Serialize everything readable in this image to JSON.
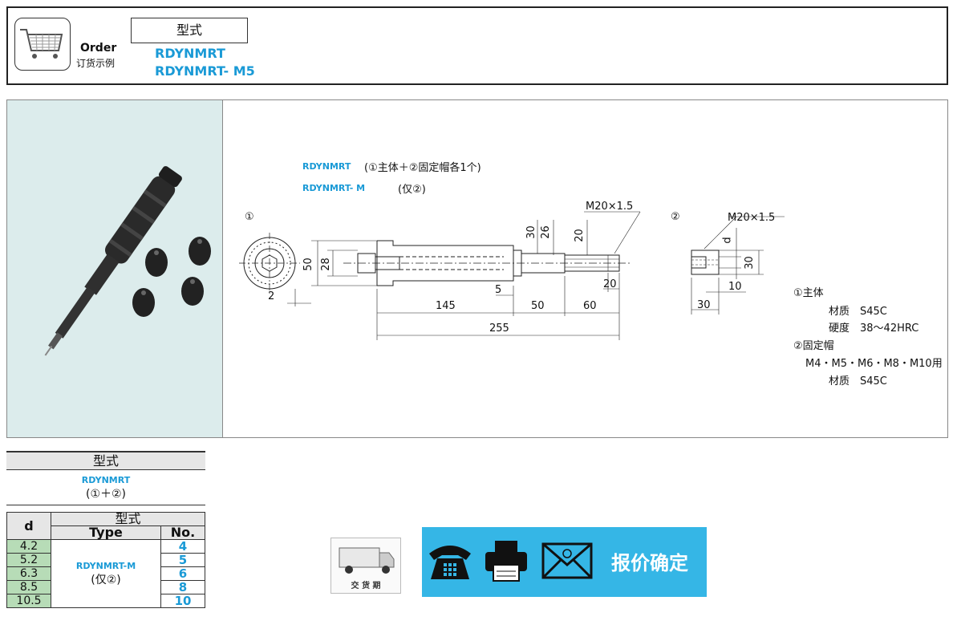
{
  "order": {
    "label": "Order",
    "sublabel": "订货示例",
    "type_header": "型式",
    "model_1": "RDYNMRT",
    "model_2": "RDYNMRT- M5"
  },
  "drawing": {
    "note_1_model": "RDYNMRT",
    "note_1_text": "(①主体＋②固定帽各1个)",
    "note_2_model": "RDYNMRT- M",
    "note_2_text": "(仅②)",
    "label_1": "①",
    "label_2": "②",
    "dims": {
      "thread_1": "M20×1.5",
      "thread_2": "M20×1.5",
      "d50": "50",
      "d28": "28",
      "d30": "30",
      "d26": "26",
      "d20": "20",
      "d2": "2",
      "d5": "5",
      "d145": "145",
      "d50b": "50",
      "d60": "60",
      "d20b": "20",
      "d255": "255",
      "cap_d": "d",
      "cap_30": "30",
      "cap_10": "10",
      "cap_30b": "30"
    },
    "specs": {
      "main_title": "①主体",
      "main_material": "材质　S45C",
      "main_hardness": "硬度　38～42HRC",
      "cap_title": "②固定帽",
      "cap_sizes": "M4・M5・M6・M8・M10用",
      "cap_material": "材质　S45C"
    }
  },
  "table1": {
    "header": "型式",
    "model": "RDYNMRT",
    "desc": "(①＋②)"
  },
  "table2": {
    "col_d": "d",
    "col_type_group": "型式",
    "col_type": "Type",
    "col_no": "No.",
    "type_model": "RDYNMRT-M",
    "type_desc": "(仅②)",
    "rows": [
      {
        "d": "4.2",
        "no": "4"
      },
      {
        "d": "5.2",
        "no": "5"
      },
      {
        "d": "6.3",
        "no": "6"
      },
      {
        "d": "8.5",
        "no": "8"
      },
      {
        "d": "10.5",
        "no": "10"
      }
    ]
  },
  "actions": {
    "delivery_label": "交 货 期",
    "quote_label": "报价确定"
  },
  "colors": {
    "accent_blue": "#1a9ad6",
    "action_bar": "#35b6e6",
    "d_column": "#b7dcb7",
    "photo_bg": "#dcecec"
  }
}
